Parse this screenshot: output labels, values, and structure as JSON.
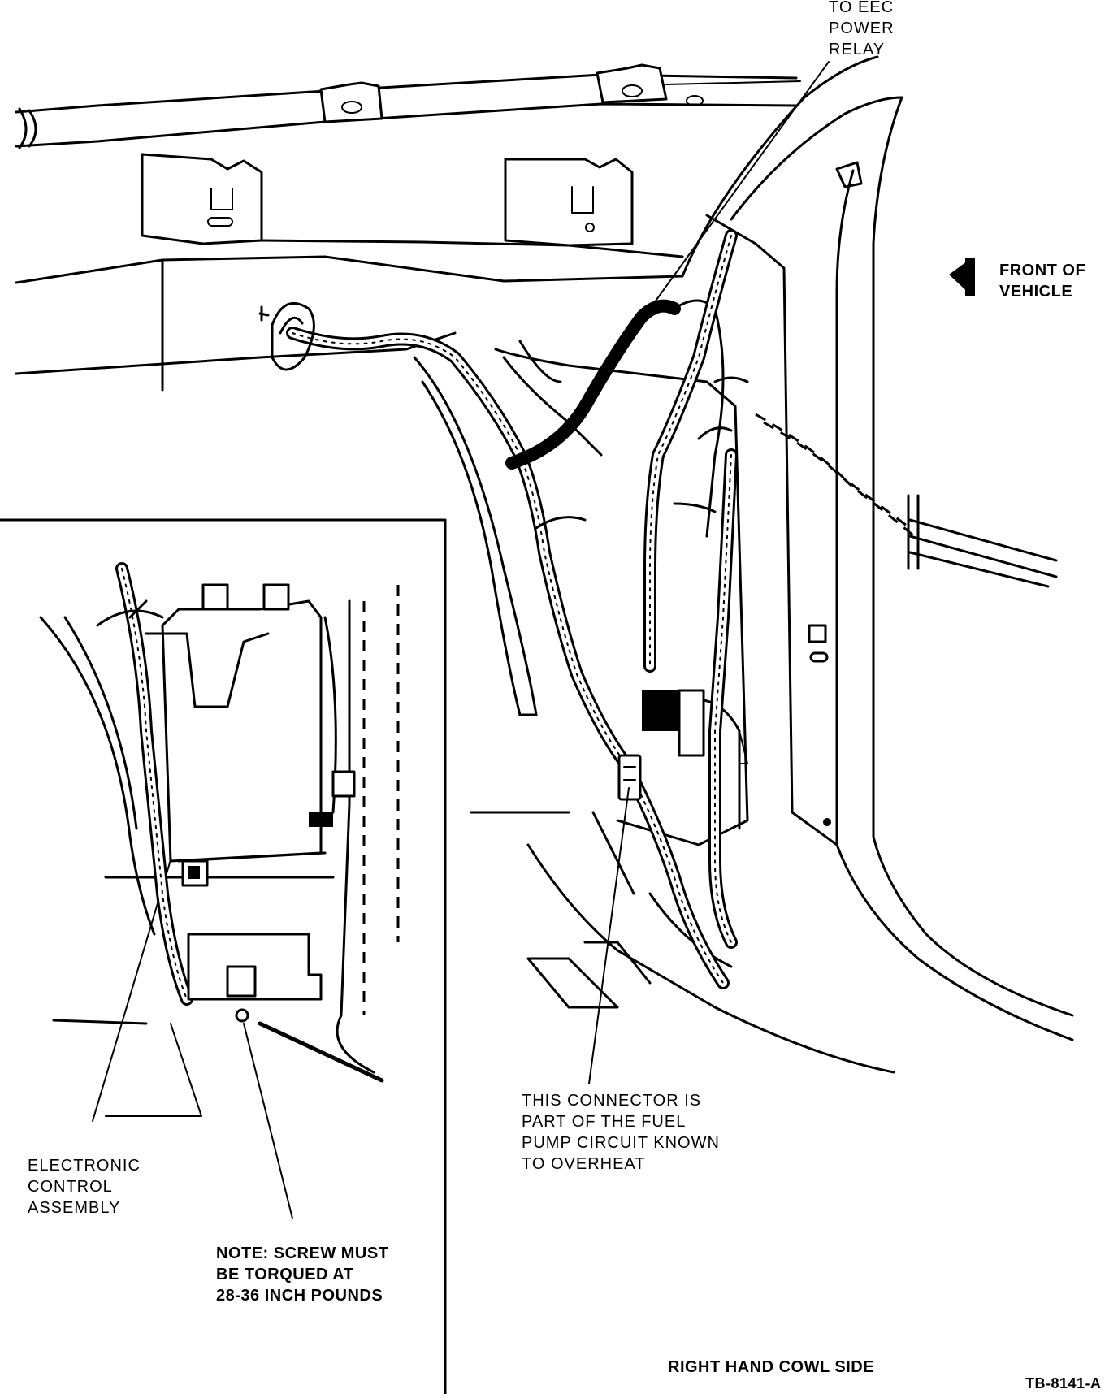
{
  "labels": {
    "eec_relay": "TO EEC\nPOWER\nRELAY",
    "front_of_vehicle": "FRONT OF\nVEHICLE",
    "connector_note": "THIS CONNECTOR IS\nPART OF THE FUEL\nPUMP CIRCUIT KNOWN\nTO OVERHEAT",
    "eca": "ELECTRONIC\nCONTROL\nASSEMBLY",
    "screw_note": "NOTE: SCREW MUST\nBE TORQUED AT\n28-36 INCH POUNDS",
    "view_title": "RIGHT HAND COWL SIDE",
    "figure_id": "TB-8141-A"
  },
  "icons": {
    "direction_arrow": "left-arrow-icon"
  }
}
